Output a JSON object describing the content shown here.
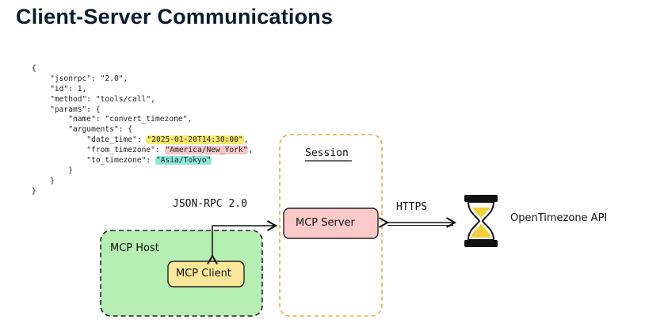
{
  "page": {
    "title": "Client-Server Communications"
  },
  "code": {
    "lines": [
      {
        "segments": [
          {
            "text": "{"
          }
        ]
      },
      {
        "segments": [
          {
            "text": "    \"jsonrpc\": \"2.0\","
          }
        ]
      },
      {
        "segments": [
          {
            "text": "    \"id\": 1,"
          }
        ]
      },
      {
        "segments": [
          {
            "text": "    \"method\": \"tools/call\","
          }
        ]
      },
      {
        "segments": [
          {
            "text": "    \"params\": {"
          }
        ]
      },
      {
        "segments": [
          {
            "text": "        \"name\": \"convert_timezone\","
          }
        ]
      },
      {
        "segments": [
          {
            "text": "        \"arguments\": {"
          }
        ]
      },
      {
        "segments": [
          {
            "text": "            \"date_time\": "
          },
          {
            "text": "\"2025-01-20T14:30:00\"",
            "highlight": "yellow"
          },
          {
            "text": ","
          }
        ]
      },
      {
        "segments": [
          {
            "text": "            \"from_timezone\": "
          },
          {
            "text": "\"America/New_York\"",
            "highlight": "pink"
          },
          {
            "text": ","
          }
        ]
      },
      {
        "segments": [
          {
            "text": "            \"to_timezone\": "
          },
          {
            "text": "\"Asia/Tokyo\"",
            "highlight": "teal"
          }
        ]
      },
      {
        "segments": [
          {
            "text": "        }"
          }
        ]
      },
      {
        "segments": [
          {
            "text": "    }"
          }
        ]
      },
      {
        "segments": [
          {
            "text": "}"
          }
        ]
      }
    ]
  },
  "diagram": {
    "protocol_label": "JSON-RPC 2.0",
    "transport_label": "HTTPS",
    "session_label": "Session",
    "mcp_host_label": "MCP Host",
    "mcp_client_label": "MCP Client",
    "mcp_server_label": "MCP Server",
    "api_label": "OpenTimezone API",
    "colors": {
      "host_fill": "#b5efb1",
      "client_fill": "#fce79a",
      "server_fill": "#fbc9c9",
      "session_border": "#e9ab3a",
      "hourglass_frame": "#111111",
      "sand": "#f2cf3b"
    }
  }
}
